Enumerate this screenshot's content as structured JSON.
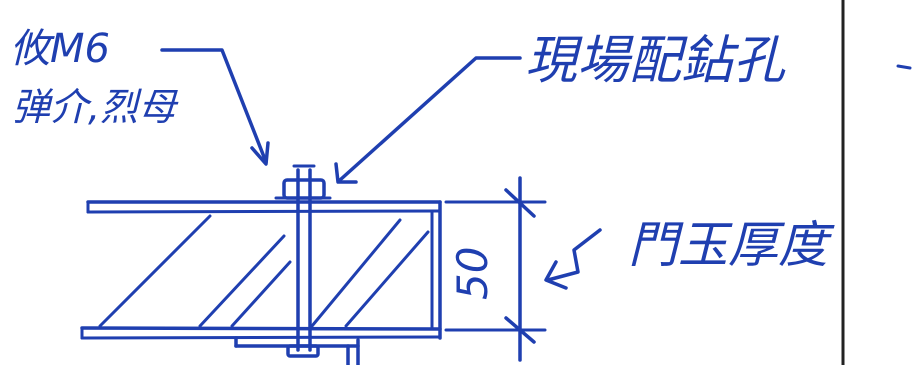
{
  "annotations": {
    "bolt_label_line1": "攸M6",
    "bolt_label_line2": "弹介,烈母",
    "drill_label": "現場配鉆孔",
    "thickness_label": "門玉厚度",
    "dimension_value": "50"
  },
  "colors": {
    "ink": "#1f3fb0",
    "frame": "#222222",
    "paper": "#ffffff"
  }
}
